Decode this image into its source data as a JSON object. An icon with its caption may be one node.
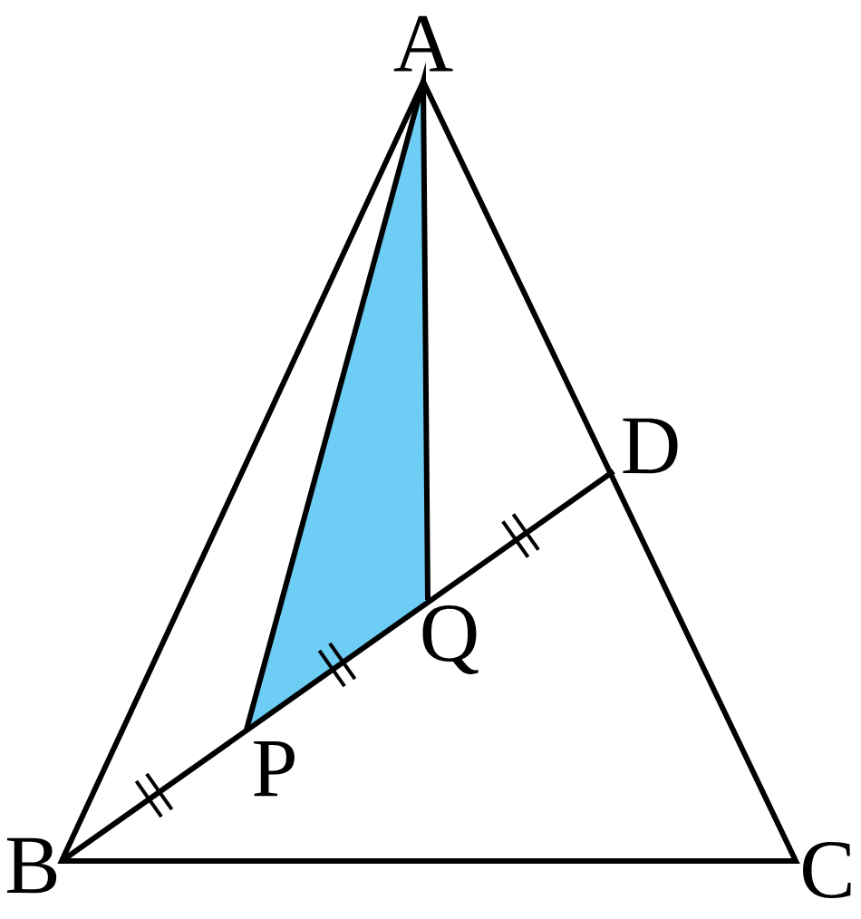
{
  "diagram": {
    "labels": [
      "A",
      "B",
      "C",
      "D",
      "P",
      "Q"
    ]
  }
}
